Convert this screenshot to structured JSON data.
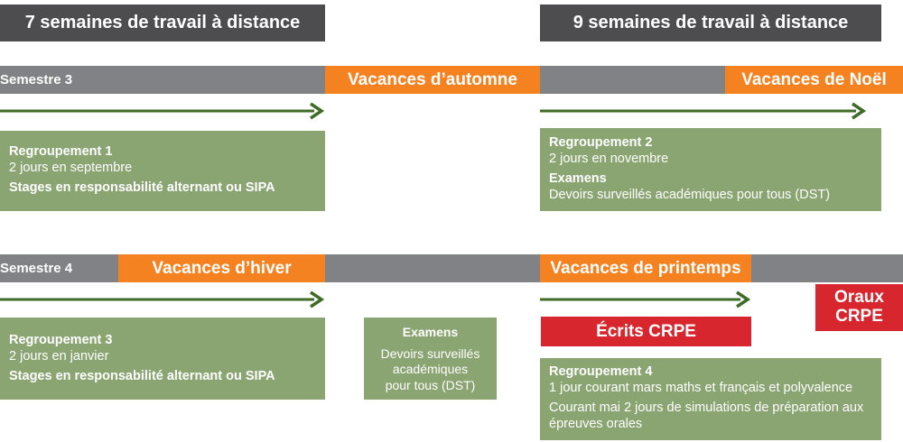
{
  "headers": {
    "left": "7 semaines de travail à distance",
    "right": "9 semaines de travail à distance"
  },
  "semestre3": {
    "label": "Semestre 3",
    "vacances_automne": "Vacances d’automne",
    "vacances_noel": "Vacances de Noël",
    "regroupement1": {
      "title": "Regroupement 1",
      "line1": "2 jours en septembre",
      "line2": "Stages en responsabilité alternant ou SIPA"
    },
    "regroupement2": {
      "title": "Regroupement 2",
      "line1": "2 jours en novembre",
      "examens_title": "Examens",
      "examens_text": "Devoirs surveillés académiques pour tous (DST)"
    }
  },
  "semestre4": {
    "label": "Semestre 4",
    "vacances_hiver": "Vacances d’hiver",
    "vacances_printemps": "Vacances de printemps",
    "regroupement3": {
      "title": "Regroupement 3",
      "line1": "2 jours en janvier",
      "line2": "Stages en responsabilité alternant ou SIPA"
    },
    "examens": {
      "title": "Examens",
      "line1": "Devoirs surveillés",
      "line2": "académiques",
      "line3": "pour tous (DST)"
    },
    "ecrits": "Écrits CRPE",
    "oraux_line1": "Oraux",
    "oraux_line2": "CRPE",
    "regroupement4": {
      "title": "Regroupement 4",
      "line1": "1 jour courant mars maths et français et polyvalence",
      "line2": "Courant mai 2 jours de simulations de préparation aux",
      "line3": "épreuves orales"
    }
  },
  "colors": {
    "header": "#4d4d4f",
    "grey_bar": "#808285",
    "orange": "#f58220",
    "green_box": "#8aa572",
    "arrow": "#3f6b26",
    "red": "#d7262e"
  }
}
